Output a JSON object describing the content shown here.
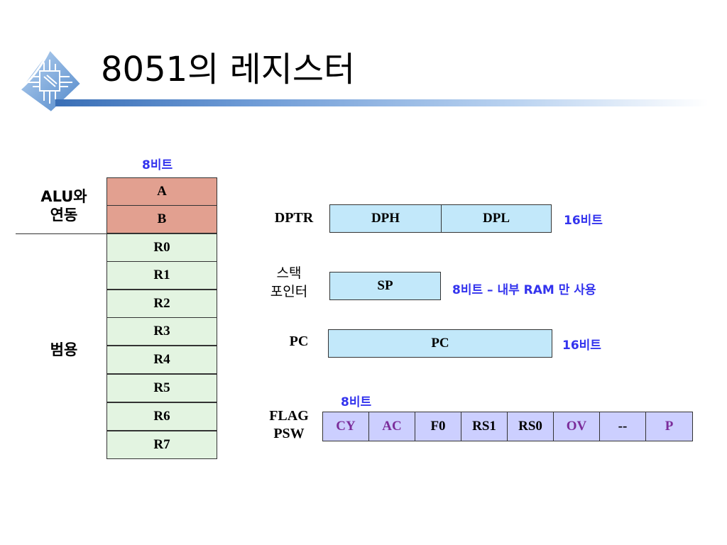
{
  "title": "8051의 레지스터",
  "register_bank": {
    "width_note": "8비트",
    "alu_label_line1": "ALU와",
    "alu_label_line2": "연동",
    "general_label": "범용",
    "alu_regs": [
      "A",
      "B"
    ],
    "general_regs": [
      "R0",
      "R1",
      "R2",
      "R3",
      "R4",
      "R5",
      "R6",
      "R7"
    ]
  },
  "dptr": {
    "label": "DPTR",
    "high": "DPH",
    "low": "DPL",
    "note": "16비트"
  },
  "sp": {
    "label_line1": "스택",
    "label_line2": "포인터",
    "reg": "SP",
    "note": "8비트 – 내부 RAM 만 사용"
  },
  "pc": {
    "label": "PC",
    "reg": "PC",
    "note": "16비트"
  },
  "psw": {
    "label_line1": "FLAG",
    "label_line2": "PSW",
    "width_note": "8비트",
    "bits": [
      "CY",
      "AC",
      "F0",
      "RS1",
      "RS0",
      "OV",
      "--",
      "P"
    ]
  },
  "colors": {
    "alu_fill": "#e2a090",
    "general_fill": "#e3f4e1",
    "register_fill": "#c2e8fa",
    "psw_fill": "#cccfff",
    "note_text": "#3333ee",
    "flag_accent": "#7b2d9a"
  }
}
